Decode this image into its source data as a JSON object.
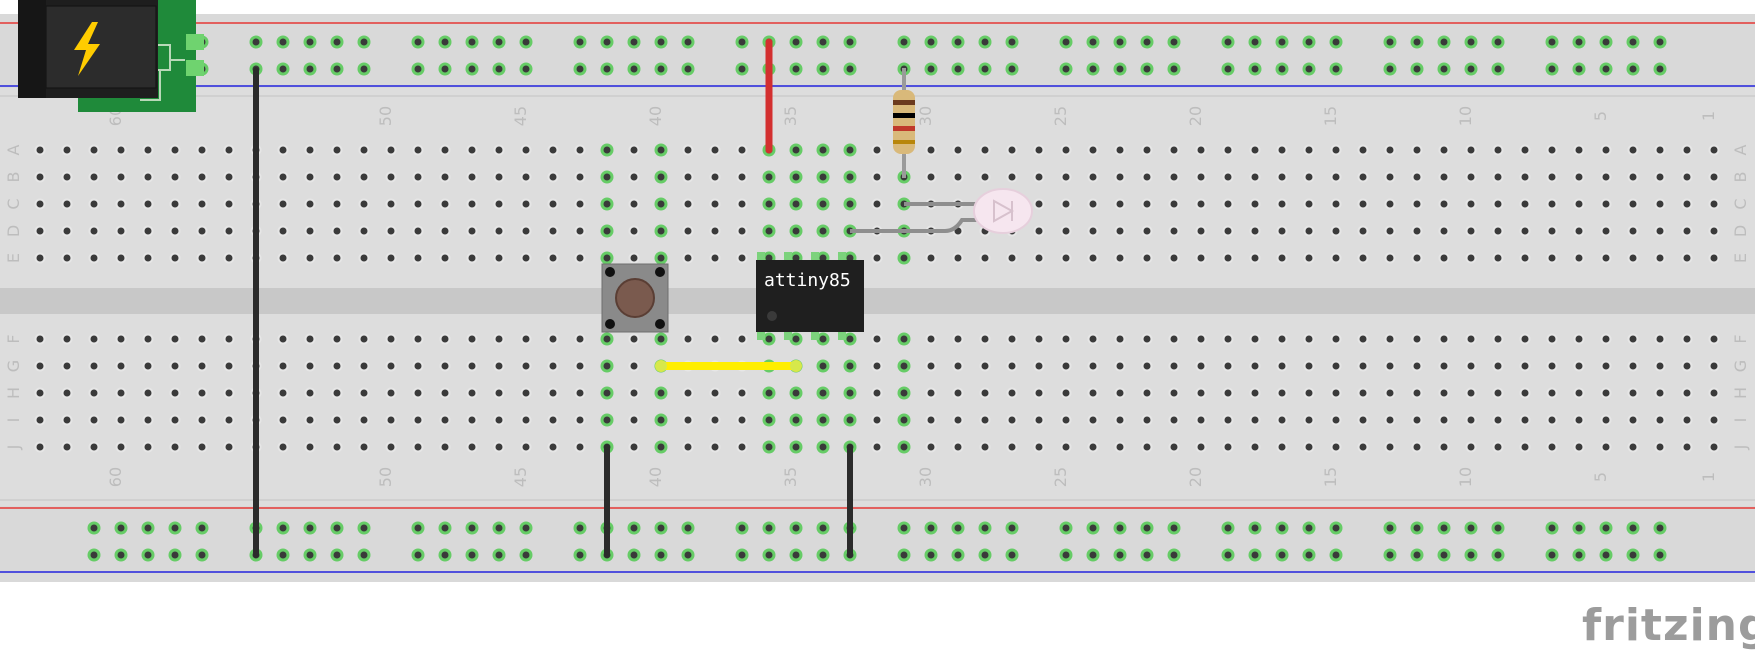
{
  "breadboard": {
    "column_numbers_top": [
      "60",
      "50",
      "45",
      "40",
      "35",
      "30",
      "25",
      "20",
      "15",
      "10",
      "5",
      "1"
    ],
    "column_numbers_bottom": [
      "60",
      "50",
      "45",
      "40",
      "35",
      "30",
      "25",
      "20",
      "15",
      "10",
      "5",
      "1"
    ],
    "row_letters_upper": [
      "A",
      "B",
      "C",
      "D",
      "E"
    ],
    "row_letters_lower": [
      "F",
      "G",
      "H",
      "I",
      "J"
    ]
  },
  "components": {
    "chip": {
      "label": "attiny85"
    },
    "power_jack": {
      "icon": "lightning-bolt"
    },
    "button": {
      "type": "tactile-pushbutton"
    },
    "resistor": {
      "bands": [
        "#6b3a1e",
        "#000000",
        "#c0392b"
      ]
    },
    "led": {
      "color": "#f6e6ef"
    }
  },
  "wires": {
    "colors": {
      "red": "#e53935",
      "black": "#2b2b2b",
      "yellow": "#ffee00",
      "gray": "#8e8e8e"
    }
  },
  "watermark": {
    "text": "fritzing"
  }
}
